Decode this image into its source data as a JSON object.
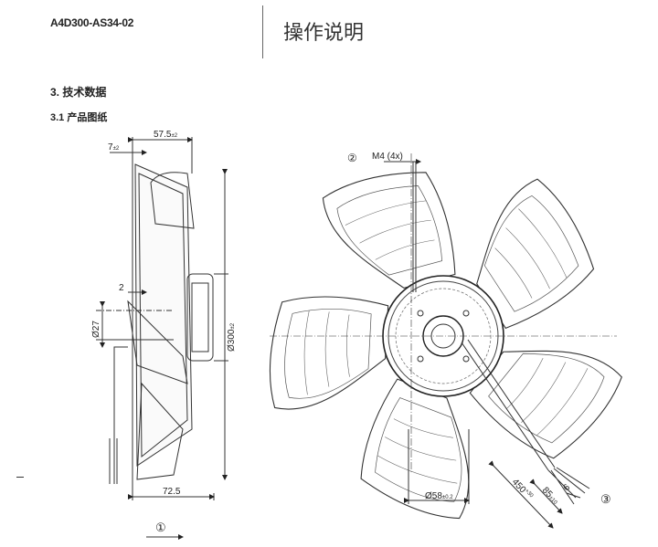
{
  "header": {
    "model": "A4D300-AS34-02",
    "title": "操作说明"
  },
  "section": {
    "heading": "3. 技术数据",
    "subheading": "3.1 产品图纸"
  },
  "drawing": {
    "side_view": {
      "dim_depth": "57.5",
      "dim_depth_tol": "±2",
      "dim_offset": "7",
      "dim_offset_tol": "±2",
      "dim_small": "2",
      "dim_hub_dia": "Ø27",
      "dim_fan_dia": "Ø300",
      "dim_fan_dia_tol": "±2",
      "dim_total_depth": "72.5",
      "marker_airflow": "①"
    },
    "front_view": {
      "marker_mount": "②",
      "mount_label": "M4 (4x)",
      "dim_hub": "Ø58",
      "dim_hub_tol": "±0.2",
      "dim_cable": "450",
      "dim_cable_tol": "+30",
      "dim_strip": "85",
      "dim_strip_tol": "±10",
      "dim_end": "6",
      "marker_cable": "③"
    }
  }
}
